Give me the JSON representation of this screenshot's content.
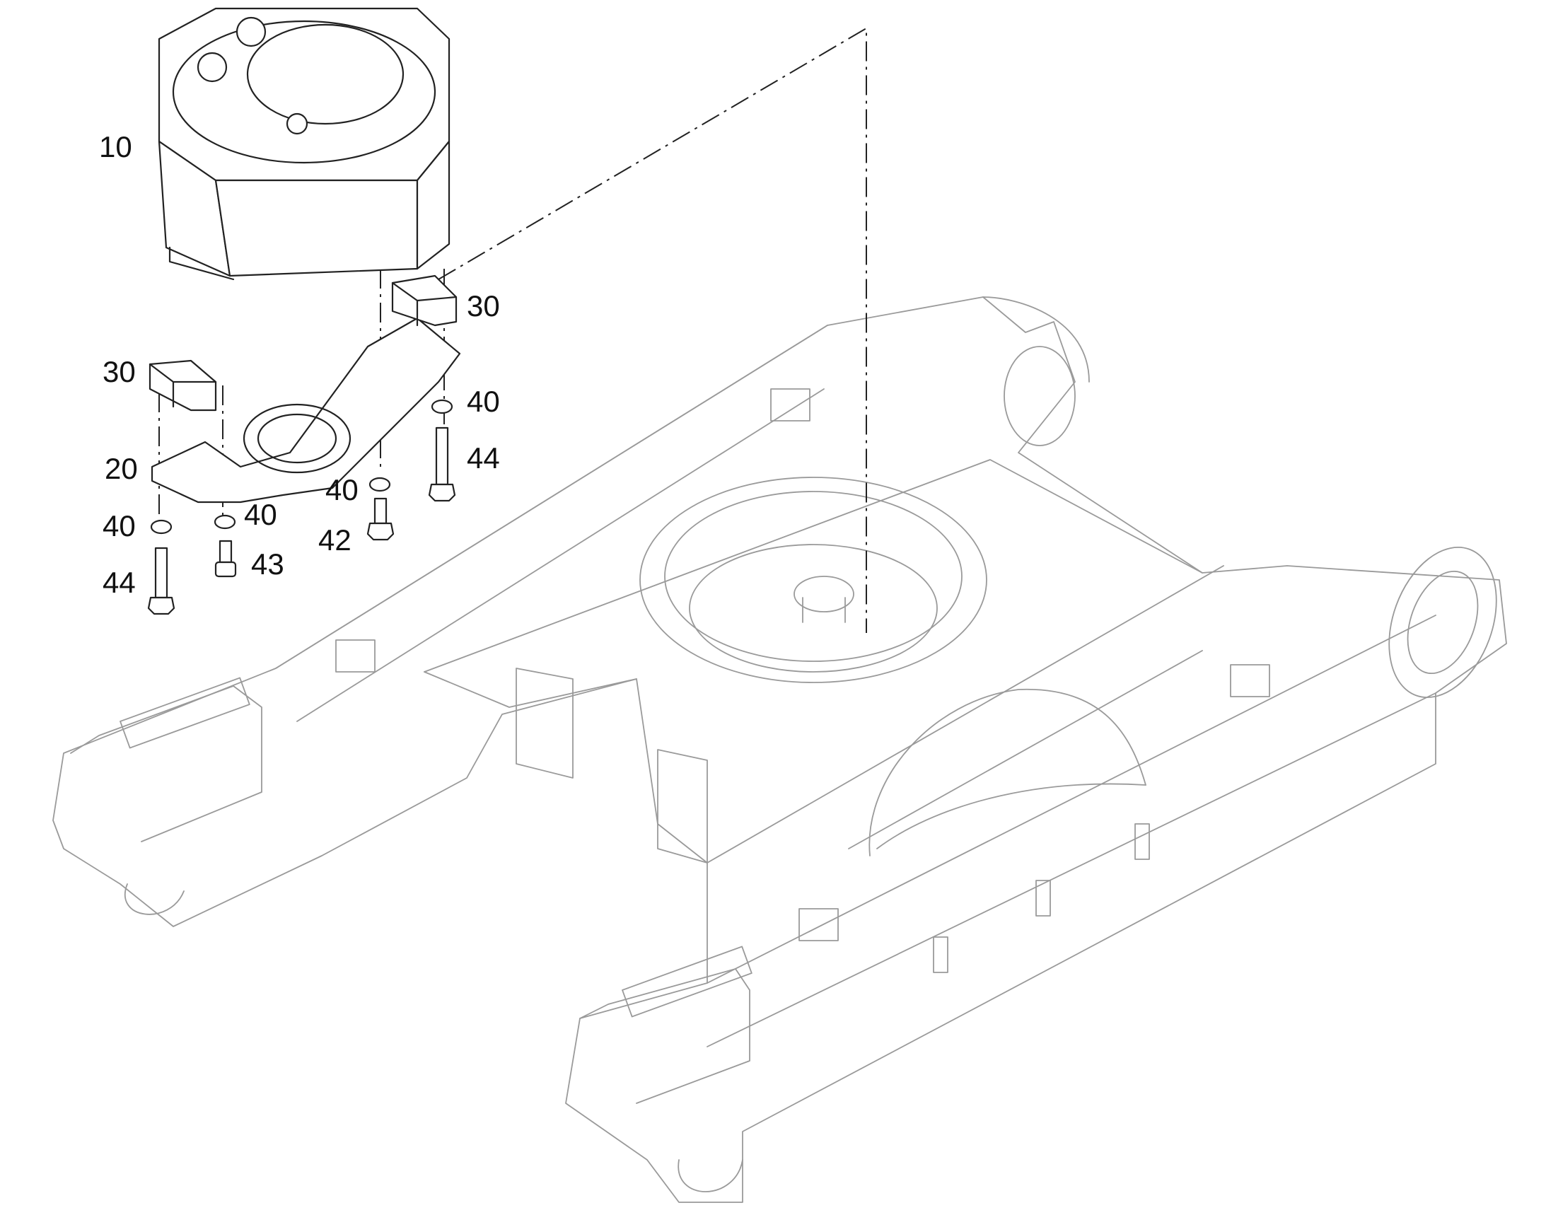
{
  "labels": {
    "l10": "10",
    "l20": "20",
    "l30a": "30",
    "l30b": "30",
    "l40a": "40",
    "l40b": "40",
    "l40c": "40",
    "l40d": "40",
    "l42": "42",
    "l43": "43",
    "l44a": "44",
    "l44b": "44"
  }
}
